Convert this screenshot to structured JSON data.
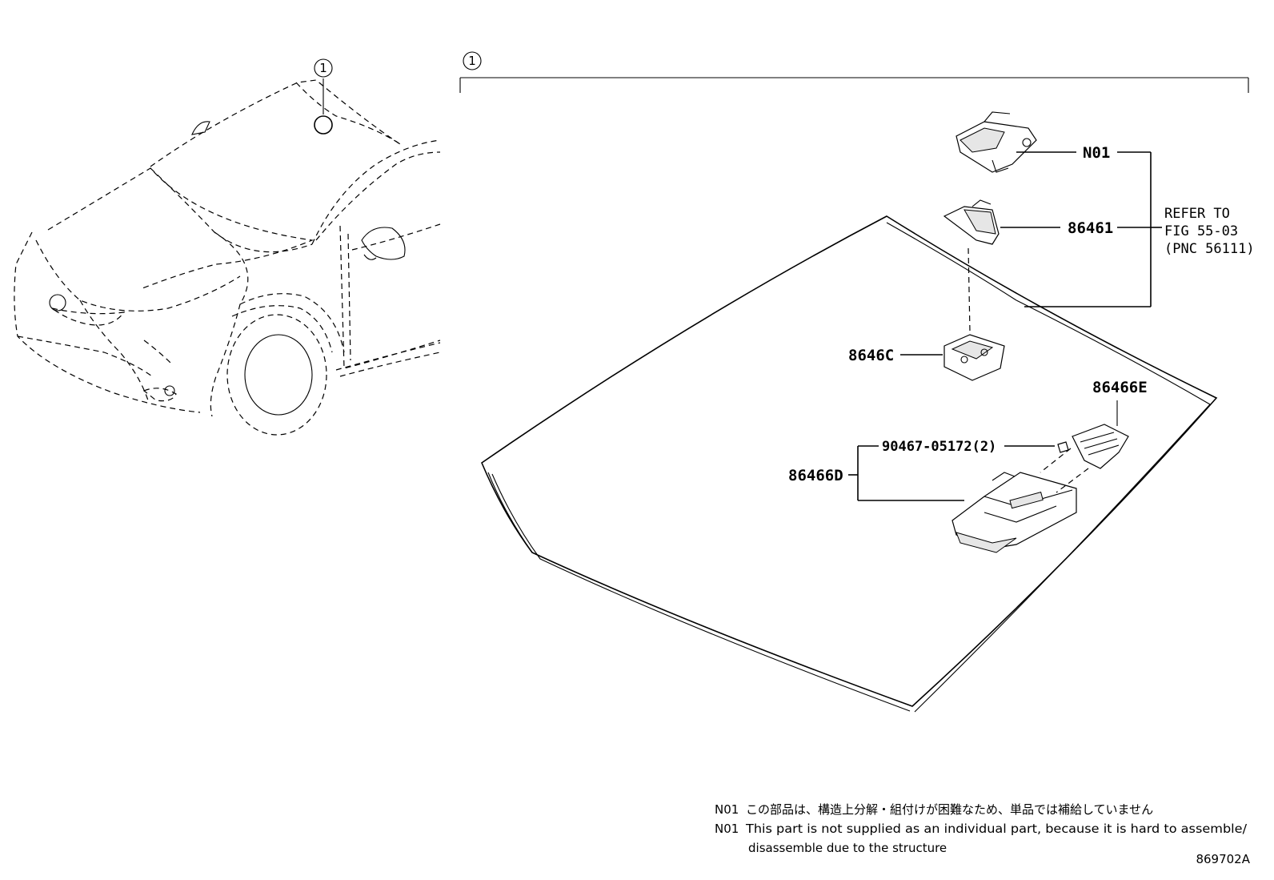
{
  "callouts": {
    "car_marker": "1",
    "assembly_marker": "1"
  },
  "parts": {
    "n01": "N01",
    "p86461": "86461",
    "p8646c": "8646C",
    "p86466e": "86466E",
    "p90467": "90467-05172(2)",
    "p86466d": "86466D"
  },
  "reference": {
    "line1": "REFER TO",
    "line2": "FIG 55-03",
    "line3": "(PNC 56111)"
  },
  "notes": {
    "jp_prefix": "N01",
    "jp_text": "この部品は、構造上分解・組付けが困難なため、単品では補給していません",
    "en_prefix": "N01",
    "en_text_line1": "This part is not supplied as an individual part, because it is hard to assemble/",
    "en_text_line2": "disassemble due to the structure"
  },
  "figure_code": "869702A"
}
